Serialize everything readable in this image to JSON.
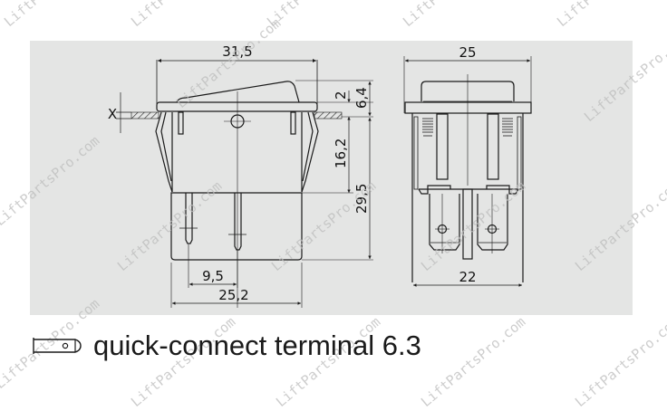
{
  "drawing": {
    "side_view": {
      "dimensions": {
        "overall_width": "31,5",
        "x_label": "X",
        "rocker_height": "2",
        "top_height": "6,4",
        "body_upper": "16,2",
        "body_total": "29,5",
        "terminal_pitch": "9,5",
        "body_width": "25,2"
      }
    },
    "front_view": {
      "dimensions": {
        "overall_width": "25",
        "body_width": "22"
      }
    },
    "colors": {
      "panel_bg": "#e4e5e4",
      "line": "#1a1a1a"
    }
  },
  "caption": {
    "icon": "quick-connect-terminal-icon",
    "text": "quick-connect terminal 6.3"
  },
  "watermark": {
    "text": "LiftPartsPro.com"
  }
}
